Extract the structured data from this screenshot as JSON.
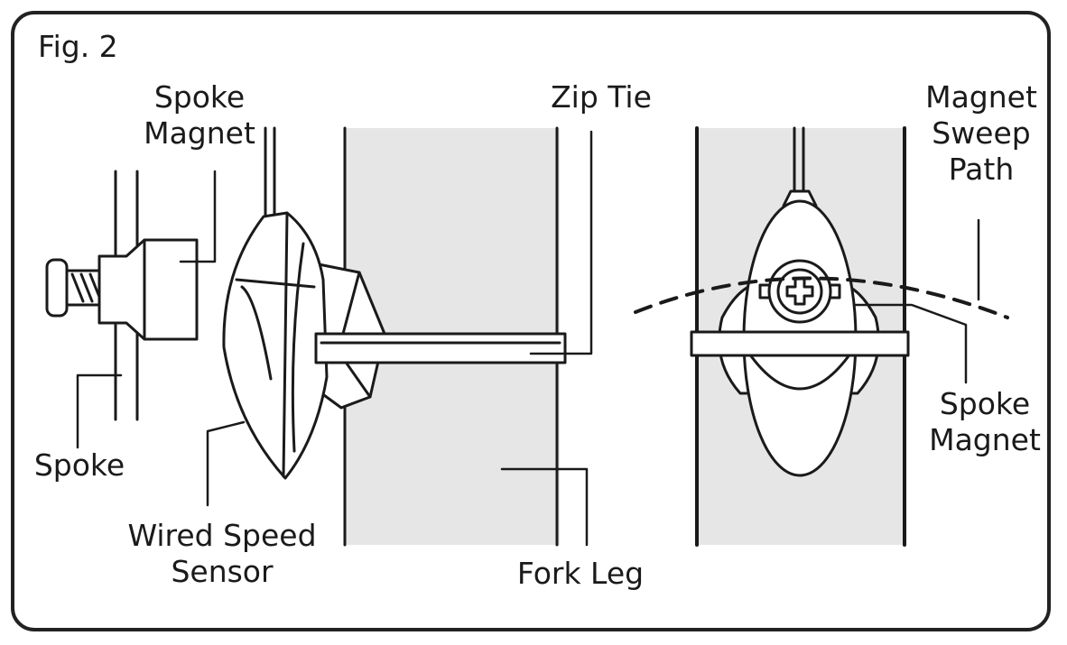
{
  "figure": {
    "label": "Fig. 2"
  },
  "colors": {
    "stroke": "#1a1a1a",
    "fork_fill": "#e6e6e6",
    "frame": "#222222"
  },
  "labels": {
    "spoke_magnet_left": [
      "Spoke",
      "Magnet"
    ],
    "zip_tie": "Zip Tie",
    "magnet_sweep_path": [
      "Magnet",
      "Sweep",
      "Path"
    ],
    "spoke_magnet_right": [
      "Spoke",
      "Magnet"
    ],
    "spoke": "Spoke",
    "wired_speed_sensor": [
      "Wired Speed",
      "Sensor"
    ],
    "fork_leg": "Fork Leg"
  }
}
